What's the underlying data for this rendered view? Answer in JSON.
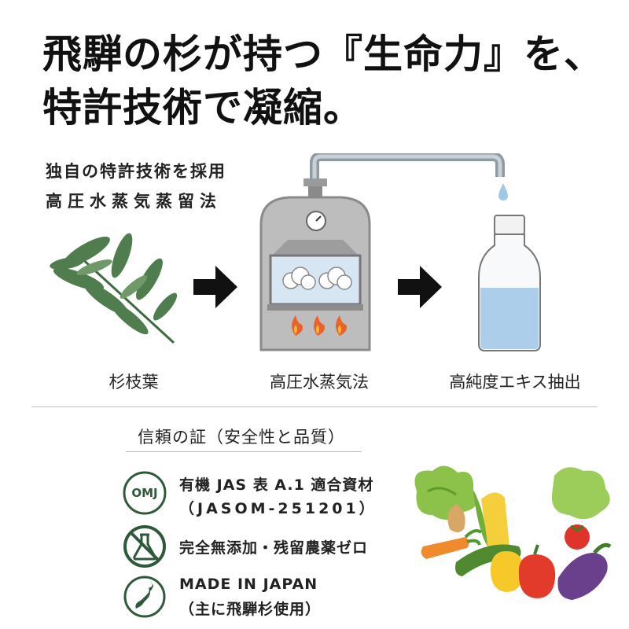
{
  "headline": {
    "line1": "飛騨の杉が持つ『生命力』を、",
    "line2": "特許技術で凝縮。"
  },
  "subheading": {
    "line1": "独自の特許技術を採用",
    "line2": "高圧水蒸気蒸留法"
  },
  "process": {
    "steps": [
      {
        "label": "杉枝葉",
        "icon": "cedar-branch-icon"
      },
      {
        "label": "高圧水蒸気法",
        "icon": "steam-distiller-icon"
      },
      {
        "label": "高純度エキス抽出",
        "icon": "bottle-icon"
      }
    ],
    "arrow_icon": "arrow-right-icon"
  },
  "trust": {
    "title": "信頼の証（安全性と品質）",
    "items": [
      {
        "icon": "omj-logo-icon",
        "line1": "有機 JAS 表 A.1 適合資材",
        "line2": "（JASOM-251201）"
      },
      {
        "icon": "no-additive-flask-icon",
        "line1": "完全無添加・残留農薬ゼロ"
      },
      {
        "icon": "japan-map-icon",
        "line1": "MADE IN JAPAN",
        "line2": "（主に飛騨杉使用）"
      }
    ],
    "omj_logo_text": "OMJ"
  },
  "colors": {
    "headline": "#111111",
    "green": "#2f5a3a",
    "steel": "#a9a9a9",
    "water": "#9fc7e6",
    "flame": "#e8622a"
  }
}
